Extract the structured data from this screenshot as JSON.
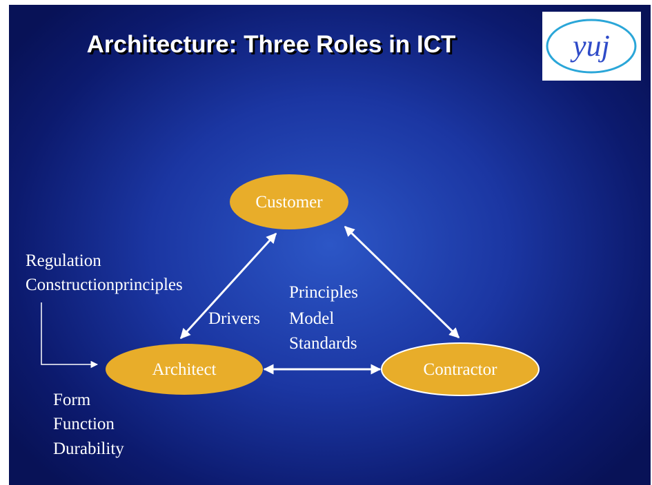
{
  "title": "Architecture: Three Roles in ICT",
  "logo": {
    "text": "yuj",
    "color": "#2f4bc8",
    "ring_color": "#2aa6d8"
  },
  "colors": {
    "node_fill": "#e8ad2a",
    "arrow": "#ffffff",
    "text": "#ffffff"
  },
  "nodes": {
    "customer": "Customer",
    "architect": "Architect",
    "contractor": "Contractor"
  },
  "labels": {
    "regulation": "Regulation",
    "construction_principles": "Constructionprinciples",
    "drivers": "Drivers",
    "principles": "Principles",
    "model": "Model",
    "standards": "Standards",
    "form": "Form",
    "function": "Function",
    "durability": "Durability"
  }
}
